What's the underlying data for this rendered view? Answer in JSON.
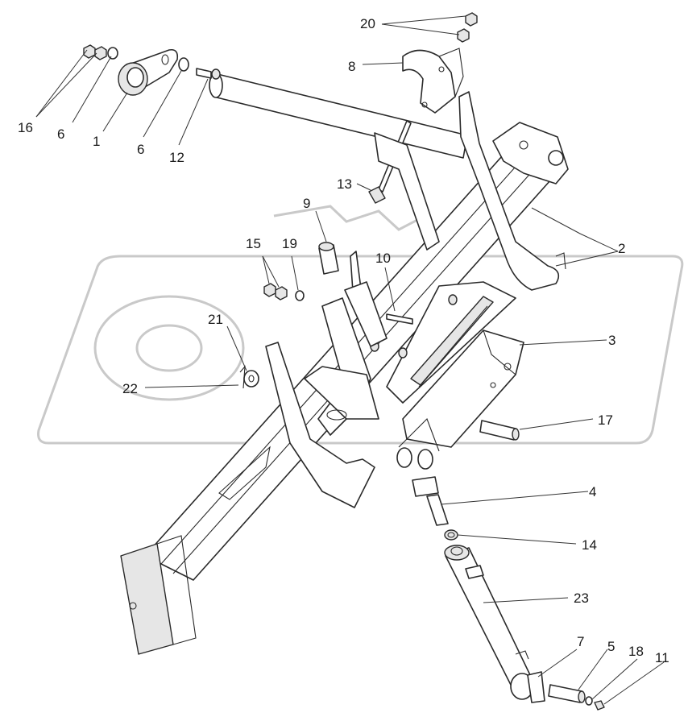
{
  "callouts": {
    "c1": "1",
    "c2": "2",
    "c3": "3",
    "c4": "4",
    "c5": "5",
    "c6a": "6",
    "c6b": "6",
    "c7": "7",
    "c8": "8",
    "c9": "9",
    "c10": "10",
    "c11": "11",
    "c12": "12",
    "c13": "13",
    "c14": "14",
    "c15": "15",
    "c16": "16",
    "c17": "17",
    "c18": "18",
    "c19": "19",
    "c20": "20",
    "c21": "21",
    "c22": "22",
    "c23": "23"
  },
  "colors": {
    "line": "#2a2a2a",
    "watermark": "#c9c9c9",
    "background": "#ffffff"
  }
}
